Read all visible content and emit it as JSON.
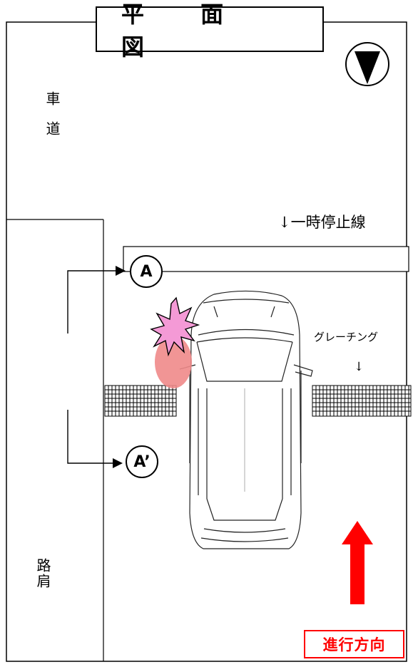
{
  "title": "平 面 図",
  "labels": {
    "roadway": "車道",
    "shoulder": "路肩",
    "stop_line": "↓一時停止線",
    "grating": "グレーチング",
    "grating_arrow": "↓",
    "marker_a": "A",
    "marker_a_prime": "A’",
    "direction": "進行方向"
  },
  "colors": {
    "collision_burst": "#f49ad6",
    "impact_zone": "#ef8a8a",
    "direction_arrow": "#ff0000"
  },
  "icons": [
    "north-compass-icon",
    "collision-burst-icon",
    "car-topview-icon",
    "direction-arrow-icon"
  ]
}
